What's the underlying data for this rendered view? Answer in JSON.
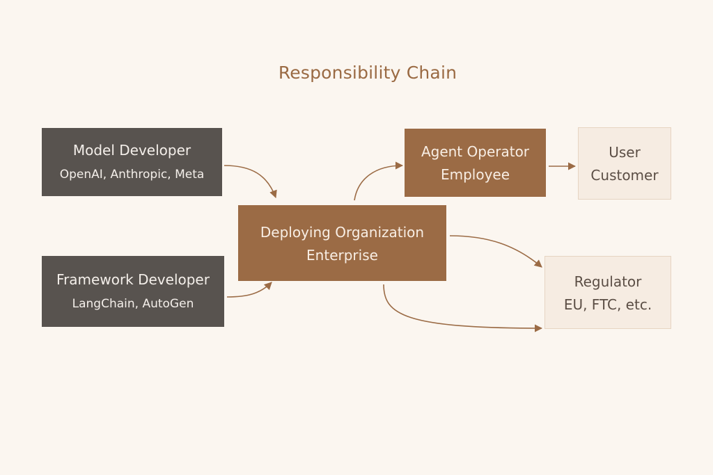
{
  "title": "Responsibility Chain",
  "colors": {
    "background": "#fbf6f0",
    "title": "#9a6a43",
    "dark_box": "#58534f",
    "brown_box": "#9b6b45",
    "light_box": "#f6ece2",
    "arrow": "#9b6b45"
  },
  "nodes": {
    "model_developer": {
      "label": "Model Developer",
      "sublabel": "OpenAI, Anthropic, Meta"
    },
    "framework_developer": {
      "label": "Framework Developer",
      "sublabel": "LangChain, AutoGen"
    },
    "deploying_organization": {
      "label": "Deploying Organization",
      "sublabel": "Enterprise"
    },
    "agent_operator": {
      "label": "Agent Operator",
      "sublabel": "Employee"
    },
    "user": {
      "label": "User",
      "sublabel": "Customer"
    },
    "regulator": {
      "label": "Regulator",
      "sublabel": "EU, FTC, etc."
    }
  },
  "edges": [
    {
      "from": "model_developer",
      "to": "deploying_organization"
    },
    {
      "from": "framework_developer",
      "to": "deploying_organization"
    },
    {
      "from": "deploying_organization",
      "to": "agent_operator"
    },
    {
      "from": "agent_operator",
      "to": "user"
    },
    {
      "from": "deploying_organization",
      "to": "regulator"
    },
    {
      "from": "deploying_organization",
      "to": "regulator"
    }
  ]
}
